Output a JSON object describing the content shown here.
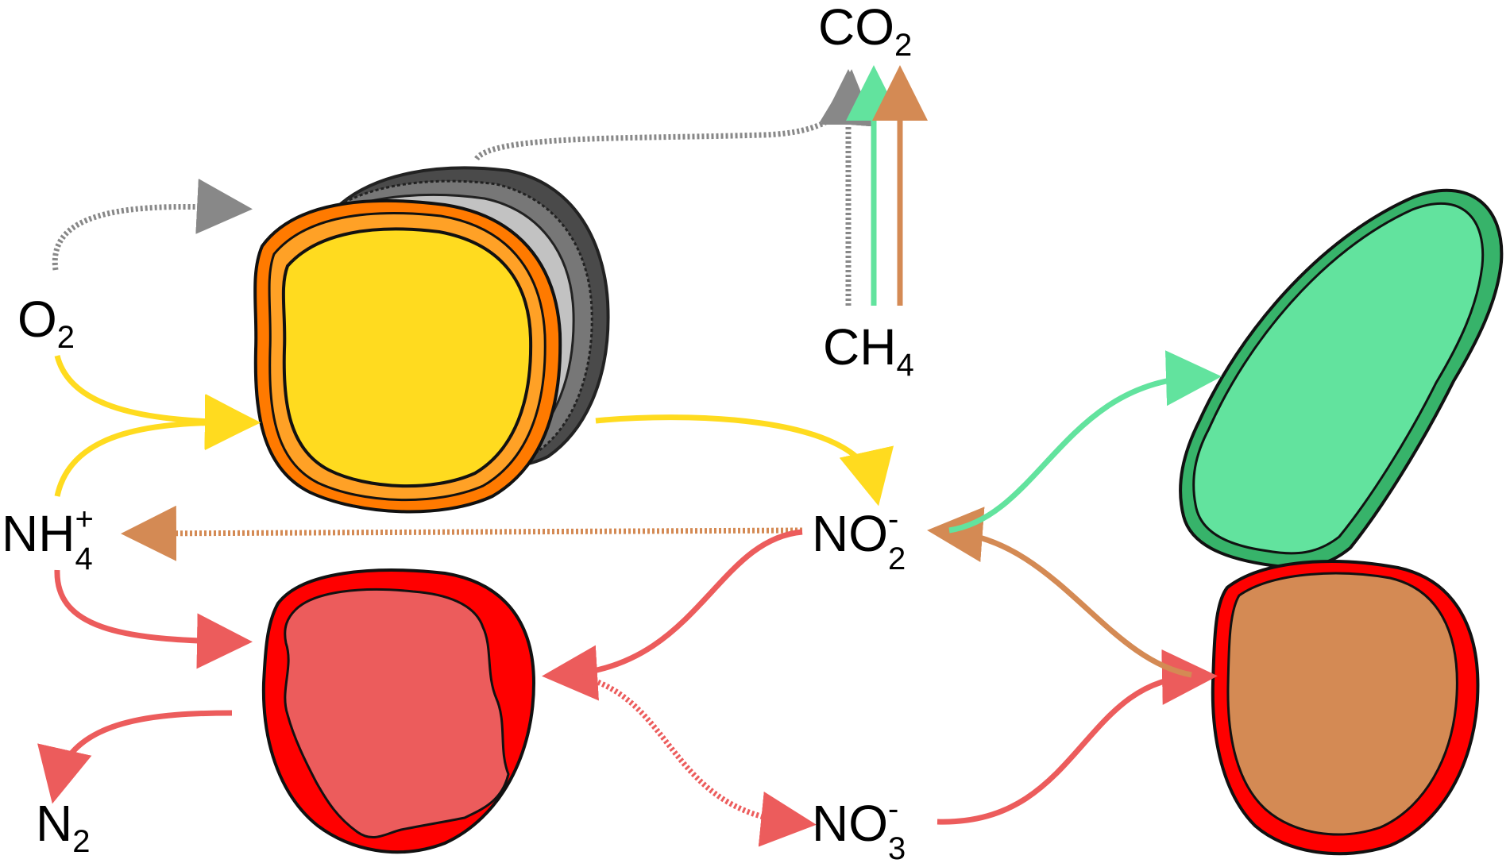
{
  "labels": {
    "co2": {
      "base": "CO",
      "sub": "2"
    },
    "ch4": {
      "base": "CH",
      "sub": "4"
    },
    "o2": {
      "base": "O",
      "sub": "2"
    },
    "nh4": {
      "base": "NH",
      "sub": "4",
      "sup": "+"
    },
    "no2": {
      "base": "NO",
      "sub": "2",
      "sup": "-"
    },
    "no3": {
      "base": "NO",
      "sub": "3",
      "sup": "-"
    },
    "n2": {
      "base": "N",
      "sub": "2"
    }
  },
  "colors": {
    "yellow": "#FFDB1F",
    "orange": "#FF7A00",
    "orange_light": "#FFA126",
    "gray_dark": "#555555",
    "gray_light": "#C2C2C2",
    "gray_arrow": "#888888",
    "red": "#FF0000",
    "red_light": "#EC5C5C",
    "green": "#62E39E",
    "green_dark": "#37B36A",
    "brown": "#D48A54"
  }
}
